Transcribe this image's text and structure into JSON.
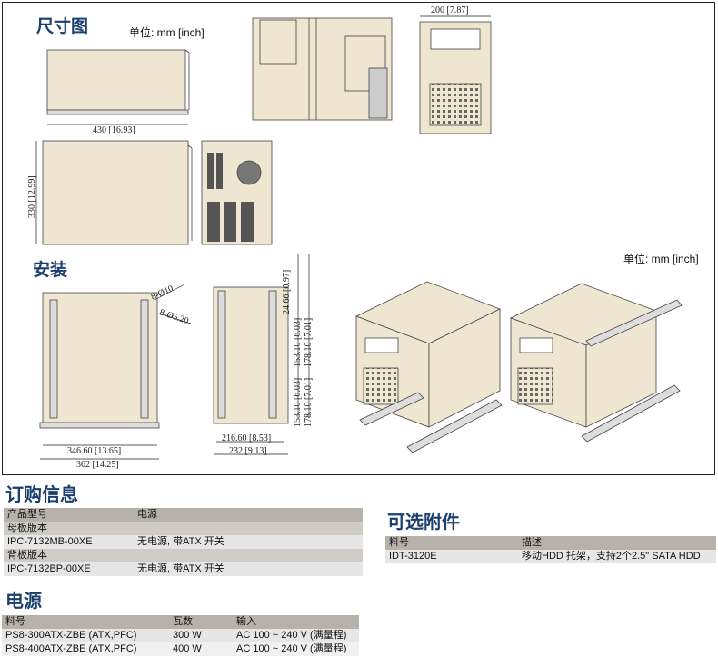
{
  "sections": {
    "dimensions_title": "尺寸图",
    "install_title": "安装",
    "ordering_title": "订购信息",
    "accessories_title": "可选附件",
    "power_title": "电源"
  },
  "unit_label": "单位: mm [inch]",
  "dims": {
    "top_width": "200 [7.87]",
    "side_length": "430 [16.93]",
    "side_height": "330 [12.99]",
    "install_w1": "346.60 [13.65]",
    "install_w2": "362 [14.25]",
    "install_w3": "216.60 [8.53]",
    "install_w4": "232 [9.13]",
    "hole_a": "8-Ø10",
    "hole_b": "8-Ø5.20",
    "v_24": "24.66 [0.97]",
    "v_153a": "153.10 [6.03]",
    "v_178a": "178.10 [7.01]",
    "v_153b": "153.10 [6.03]",
    "v_178b": "178.10 [7.01]"
  },
  "ordering": {
    "headers": [
      "产品型号",
      "电源"
    ],
    "groups": [
      {
        "label": "母板版本",
        "rows": [
          [
            "IPC-7132MB-00XE",
            "无电源, 带ATX 开关"
          ]
        ]
      },
      {
        "label": "背板版本",
        "rows": [
          [
            "IPC-7132BP-00XE",
            "无电源, 带ATX 开关"
          ]
        ]
      }
    ]
  },
  "accessories": {
    "headers": [
      "料号",
      "描述"
    ],
    "rows": [
      [
        "IDT-3120E",
        "移动HDD 托架，支持2个2.5\" SATA HDD"
      ]
    ]
  },
  "power": {
    "headers": [
      "料号",
      "瓦数",
      "输入"
    ],
    "rows": [
      [
        "PS8-300ATX-ZBE (ATX,PFC)",
        "300 W",
        "AC 100 ~ 240 V (满量程)"
      ],
      [
        "PS8-400ATX-ZBE (ATX,PFC)",
        "400 W",
        "AC 100 ~ 240 V (满量程)"
      ]
    ]
  },
  "colors": {
    "heading": "#1b3f6e",
    "panel": "#efe6d2",
    "table_header": "#b7b1ac"
  }
}
